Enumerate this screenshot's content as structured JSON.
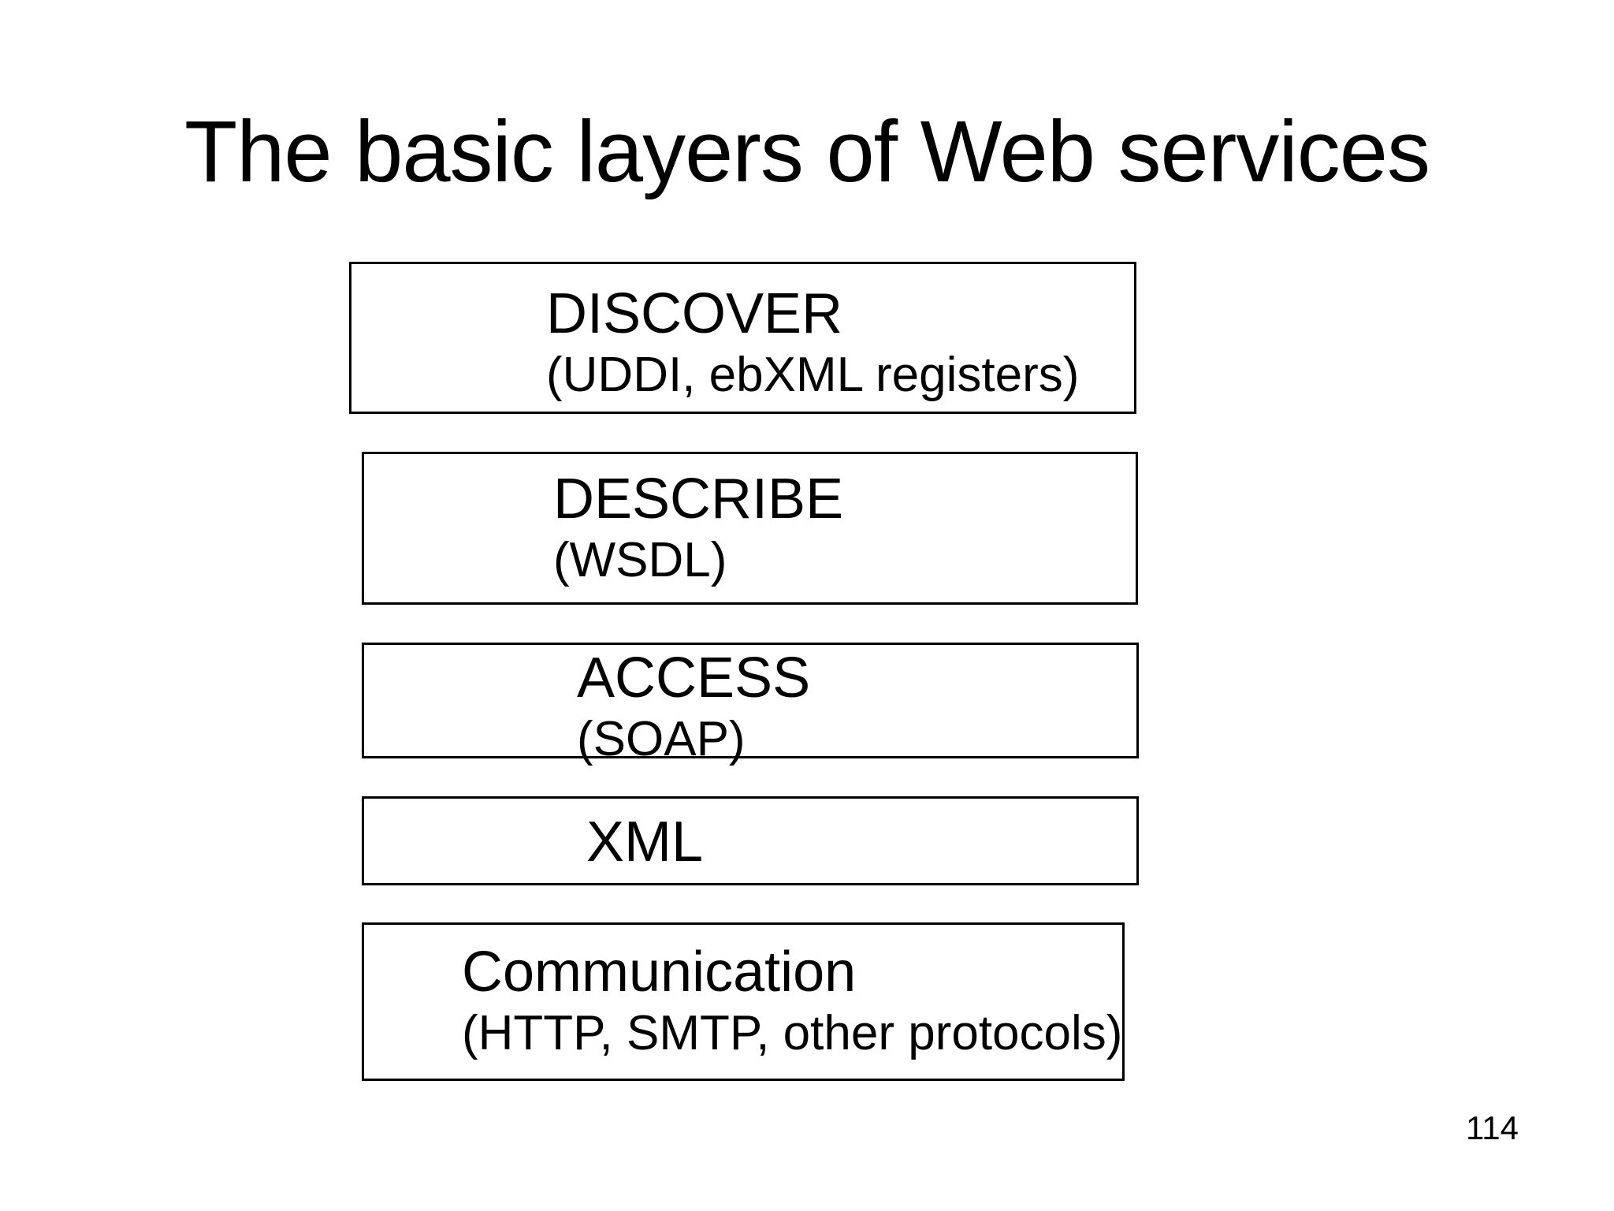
{
  "slide": {
    "title": "The basic layers of Web services",
    "page_number": "114",
    "colors": {
      "background": "#ffffff",
      "text": "#000000",
      "box_border": "#000000"
    }
  },
  "layers": [
    {
      "name": "DISCOVER",
      "detail": "(UDDI, ebXML registers)"
    },
    {
      "name": "DESCRIBE",
      "detail": "(WSDL)"
    },
    {
      "name": "ACCESS",
      "detail": "(SOAP)"
    },
    {
      "name": "XML",
      "detail": ""
    },
    {
      "name": "Communication",
      "detail": "(HTTP, SMTP, other protocols)"
    }
  ]
}
